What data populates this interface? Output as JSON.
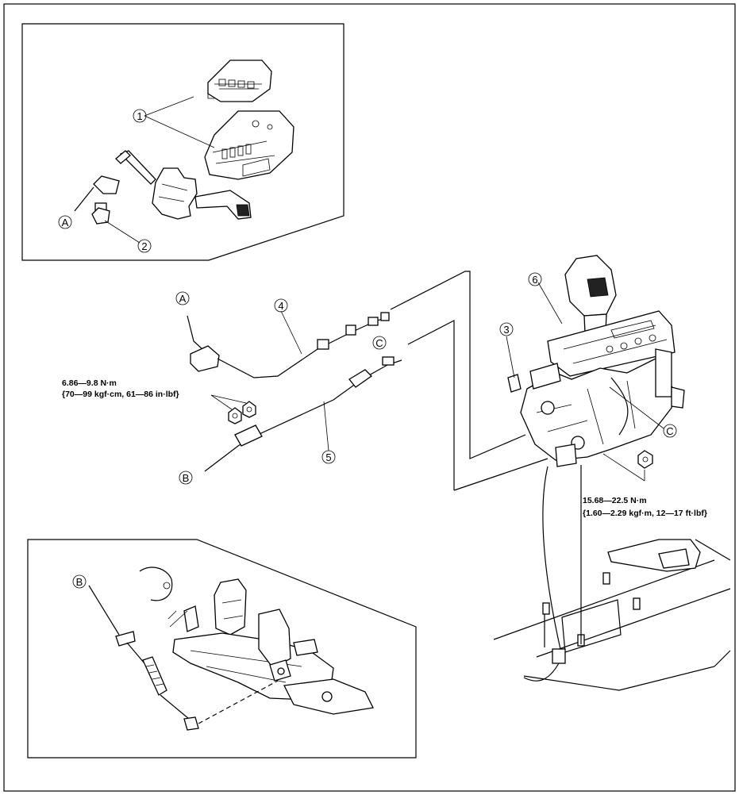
{
  "callouts": {
    "n1": "1",
    "n2": "2",
    "n3": "3",
    "n4": "4",
    "n5": "5",
    "n6": "6",
    "a_top": "A",
    "a_mid": "A",
    "b_mid": "B",
    "b_inset": "B",
    "c_cable": "C",
    "c_shifter": "C"
  },
  "torque": {
    "nut_small_line1": "6.86—9.8 N·m",
    "nut_small_line2": "{70—99 kgf·cm, 61—86 in·lbf}",
    "nut_large_line1": "15.68—22.5 N·m",
    "nut_large_line2": "{1.60—2.29 kgf·m, 12—17 ft·lbf}"
  }
}
